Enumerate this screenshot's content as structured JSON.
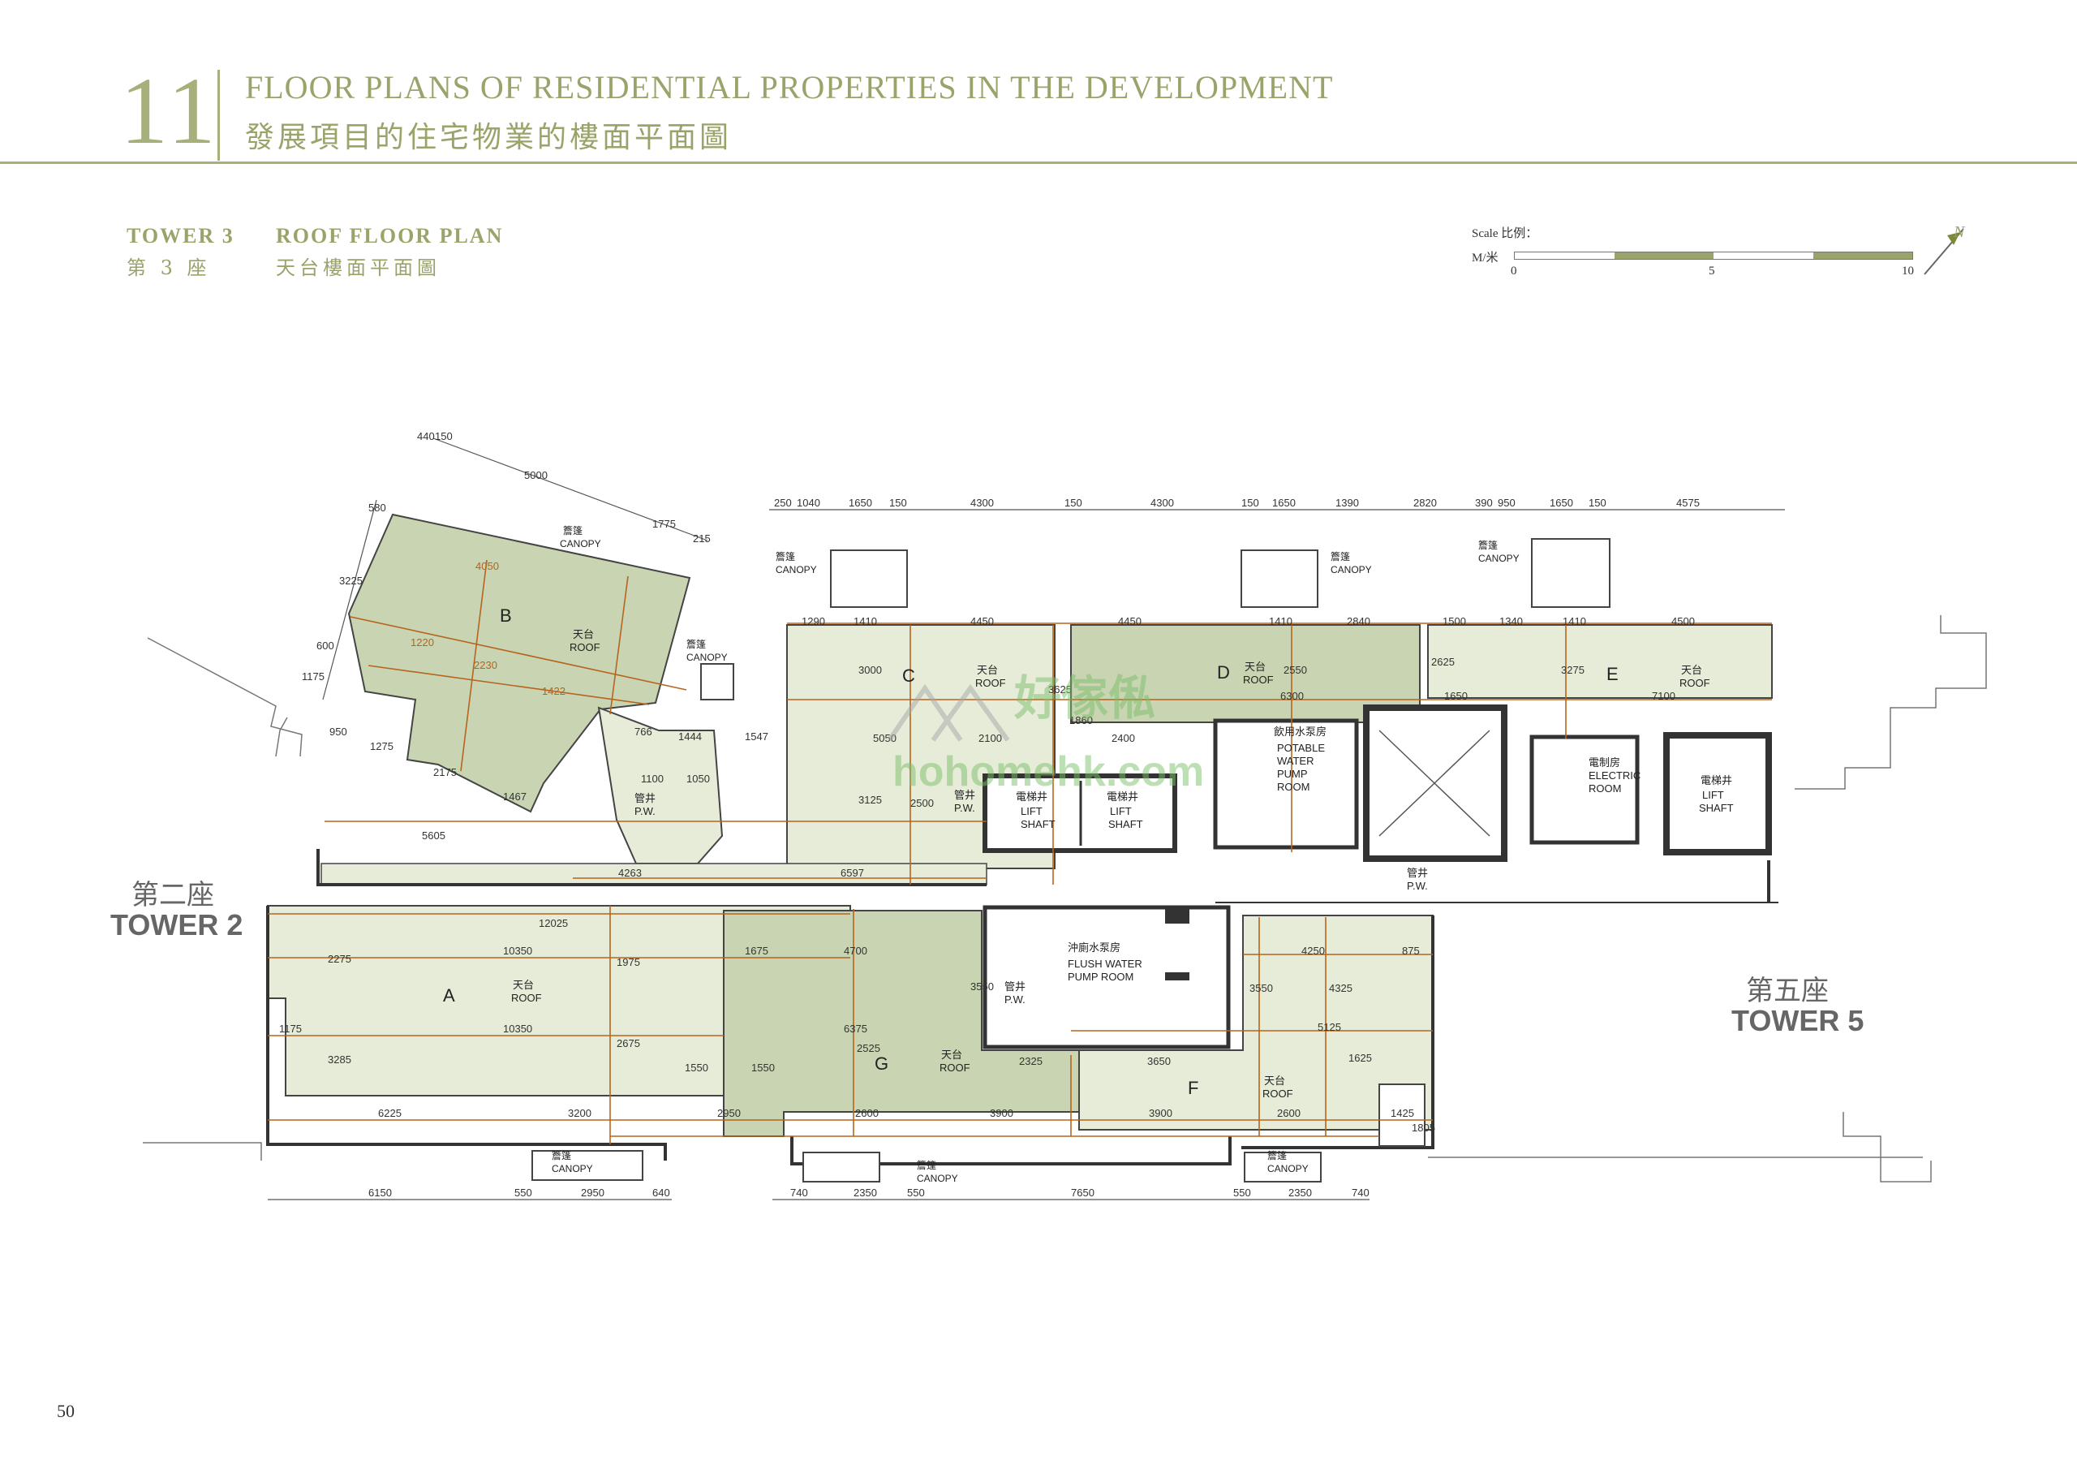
{
  "header": {
    "section_number": "11",
    "title_en": "FLOOR PLANS OF RESIDENTIAL PROPERTIES IN THE DEVELOPMENT",
    "title_zh": "發展項目的住宅物業的樓面平面圖"
  },
  "subheader": {
    "tower_en": "TOWER 3",
    "tower_zh": "第 3 座",
    "plan_en": "ROOF FLOOR PLAN",
    "plan_zh": "天台樓面平面圖"
  },
  "scale": {
    "label": "Scale 比例：",
    "unit": "M/米",
    "ticks": [
      "0",
      "5",
      "10"
    ],
    "north_symbol": "N"
  },
  "neighbors": {
    "tower2_zh": "第二座",
    "tower2_en": "TOWER 2",
    "tower5_zh": "第五座",
    "tower5_en": "TOWER 5"
  },
  "units": {
    "A": {
      "letter": "A",
      "zh": "天台",
      "en": "ROOF"
    },
    "B": {
      "letter": "B",
      "zh": "天台",
      "en": "ROOF"
    },
    "C": {
      "letter": "C",
      "zh": "天台",
      "en": "ROOF"
    },
    "D": {
      "letter": "D",
      "zh": "天台",
      "en": "ROOF"
    },
    "E": {
      "letter": "E",
      "zh": "天台",
      "en": "ROOF"
    },
    "F": {
      "letter": "F",
      "zh": "天台",
      "en": "ROOF"
    },
    "G": {
      "letter": "G",
      "zh": "天台",
      "en": "ROOF"
    }
  },
  "rooms": {
    "potable_zh": "飲用水泵房",
    "potable_en1": "POTABLE",
    "potable_en2": "WATER",
    "potable_en3": "PUMP",
    "potable_en4": "ROOM",
    "electric_zh": "電制房",
    "electric_en1": "ELECTRIC",
    "electric_en2": "ROOM",
    "flush_zh": "沖廁水泵房",
    "flush_en1": "FLUSH WATER",
    "flush_en2": "PUMP ROOM",
    "lift_zh": "電梯井",
    "lift_en1": "LIFT",
    "lift_en2": "SHAFT",
    "pw_zh": "管井",
    "pw_en": "P.W.",
    "canopy_zh": "簷篷",
    "canopy_en": "CANOPY"
  },
  "watermark": {
    "zh": "好傢俬",
    "en": "hohomehk.com"
  },
  "dimensions": {
    "top_run": [
      "250",
      "1040",
      "1650",
      "150",
      "4300",
      "150",
      "4300",
      "150",
      "1650",
      "1390",
      "2820",
      "390",
      "950",
      "1650",
      "150",
      "4575"
    ],
    "bottom_run": [
      "6150",
      "550",
      "2950",
      "640",
      "740",
      "2350",
      "550",
      "7650",
      "550",
      "2350",
      "740"
    ],
    "b_block": [
      "440",
      "150",
      "5000",
      "1775",
      "215",
      "3225",
      "580",
      "4050",
      "1220",
      "2230",
      "1422",
      "950",
      "1275",
      "2175",
      "1467",
      "1175",
      "600"
    ],
    "c_block": [
      "1290",
      "1410",
      "4450",
      "3000",
      "5050",
      "2100",
      "3125",
      "2500",
      "1547",
      "1444",
      "766",
      "1100",
      "1050",
      "4263",
      "6597"
    ],
    "d_block": [
      "4450",
      "1410",
      "2840",
      "2550",
      "6300",
      "2400",
      "3625",
      "1860"
    ],
    "e_block": [
      "1500",
      "1340",
      "1410",
      "4500",
      "3275",
      "7100",
      "1650",
      "2625"
    ],
    "a_block": [
      "12025",
      "10350",
      "1675",
      "10350",
      "1175",
      "6225",
      "3200",
      "2275",
      "3285",
      "1975",
      "2675",
      "5605"
    ],
    "g_block": [
      "4700",
      "6375",
      "1550",
      "1550",
      "2950",
      "2600",
      "3900",
      "2325",
      "2525",
      "3550"
    ],
    "f_block": [
      "4250",
      "875",
      "5125",
      "1625",
      "3650",
      "3900",
      "2600",
      "4325",
      "3550",
      "1425",
      "1805"
    ]
  },
  "page_number": "50"
}
